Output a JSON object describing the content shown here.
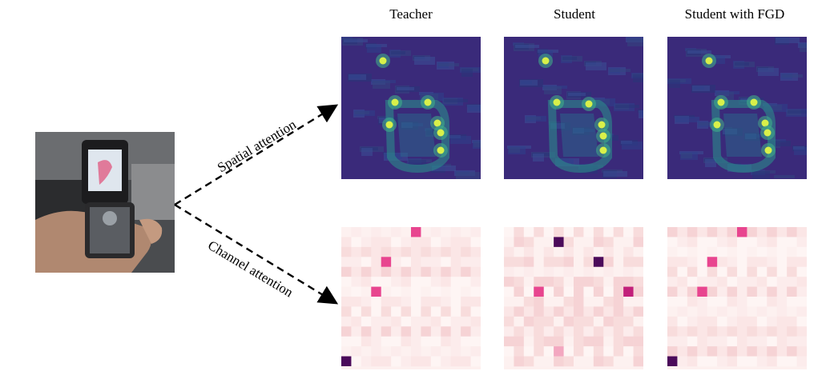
{
  "columns": [
    {
      "title": "Teacher"
    },
    {
      "title": "Student"
    },
    {
      "title": "Student with FGD"
    }
  ],
  "rows": {
    "spatial_label": "Spatial attention",
    "channel_label": "Channel attention"
  },
  "colors": {
    "spatial_bg": "#3b2c7e",
    "spatial_hot": "#d8f04a",
    "channel_bg": "#fcebea",
    "channel_mid": "#e8458f",
    "channel_dark": "#4b0a5a"
  }
}
